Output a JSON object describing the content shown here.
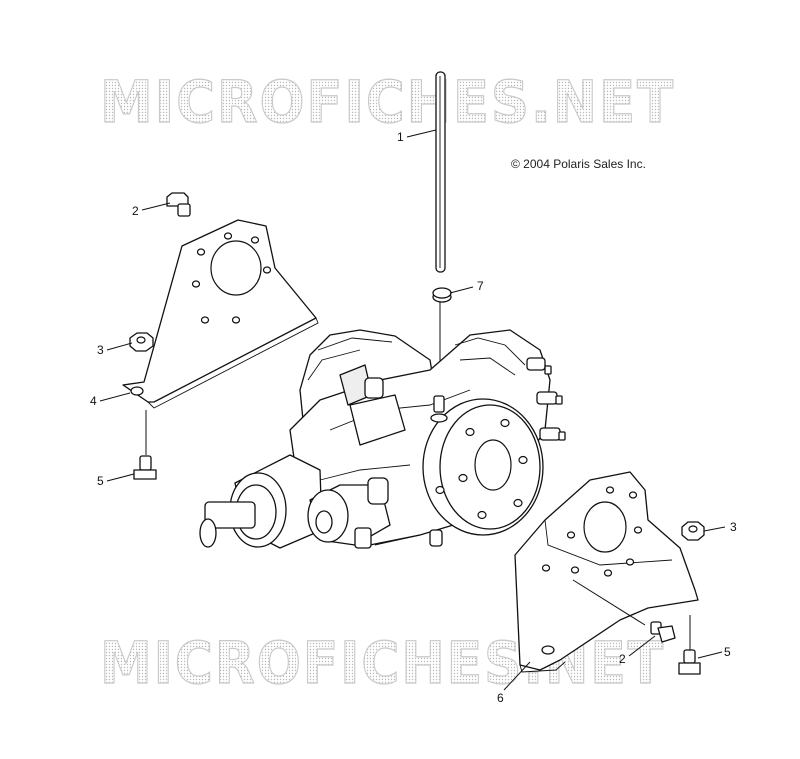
{
  "watermark": {
    "top_text": "MICROFICHES.NET",
    "bottom_text": "MICROFICHES.NET"
  },
  "copyright": "© 2004 Polaris Sales Inc.",
  "callouts": [
    {
      "id": "c1",
      "label": "1"
    },
    {
      "id": "c2a",
      "label": "2"
    },
    {
      "id": "c3a",
      "label": "3"
    },
    {
      "id": "c4",
      "label": "4"
    },
    {
      "id": "c5a",
      "label": "5"
    },
    {
      "id": "c7",
      "label": "7"
    },
    {
      "id": "c3b",
      "label": "3"
    },
    {
      "id": "c5b",
      "label": "5"
    },
    {
      "id": "c2b",
      "label": "2"
    },
    {
      "id": "c6",
      "label": "6"
    }
  ]
}
